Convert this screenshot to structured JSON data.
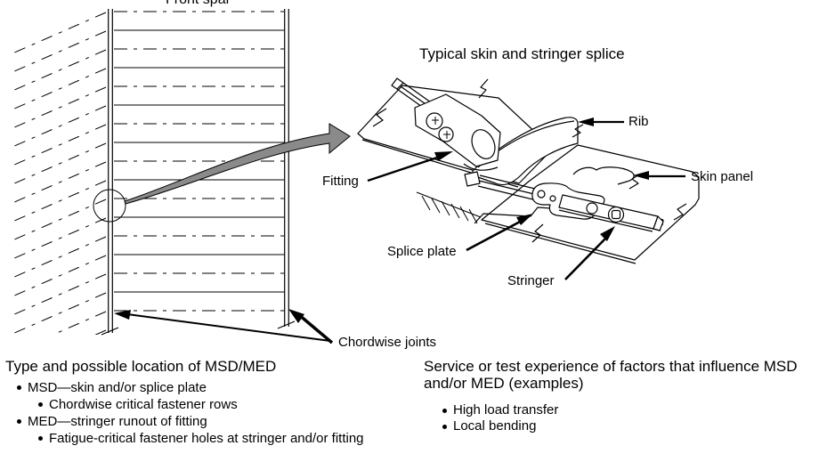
{
  "colors": {
    "ink": "#000000",
    "arrow_gray": "#8a8a8a",
    "bg": "#ffffff"
  },
  "spar_figure": {
    "front_spar_label": "Front spar",
    "chordwise_label": "Chordwise joints"
  },
  "splice_figure": {
    "title": "Typical skin and stringer splice",
    "labels": {
      "rib": "Rib",
      "skin_panel": "Skin panel",
      "fitting": "Fitting",
      "splice_plate": "Splice plate",
      "stringer": "Stringer"
    }
  },
  "msd_block": {
    "heading": "Type and possible location of MSD/MED",
    "items": [
      {
        "level": 1,
        "text": "MSD—skin and/or splice plate"
      },
      {
        "level": 2,
        "text": "Chordwise critical fastener rows"
      },
      {
        "level": 1,
        "text": "MED—stringer  runout of fitting"
      },
      {
        "level": 2,
        "text": "Fatigue-critical fastener holes at stringer and/or fitting"
      }
    ]
  },
  "service_block": {
    "heading": "Service or test experience of factors that influence MSD and/or MED (examples)",
    "items": [
      {
        "text": "High load transfer"
      },
      {
        "text": "Local bending"
      }
    ]
  }
}
